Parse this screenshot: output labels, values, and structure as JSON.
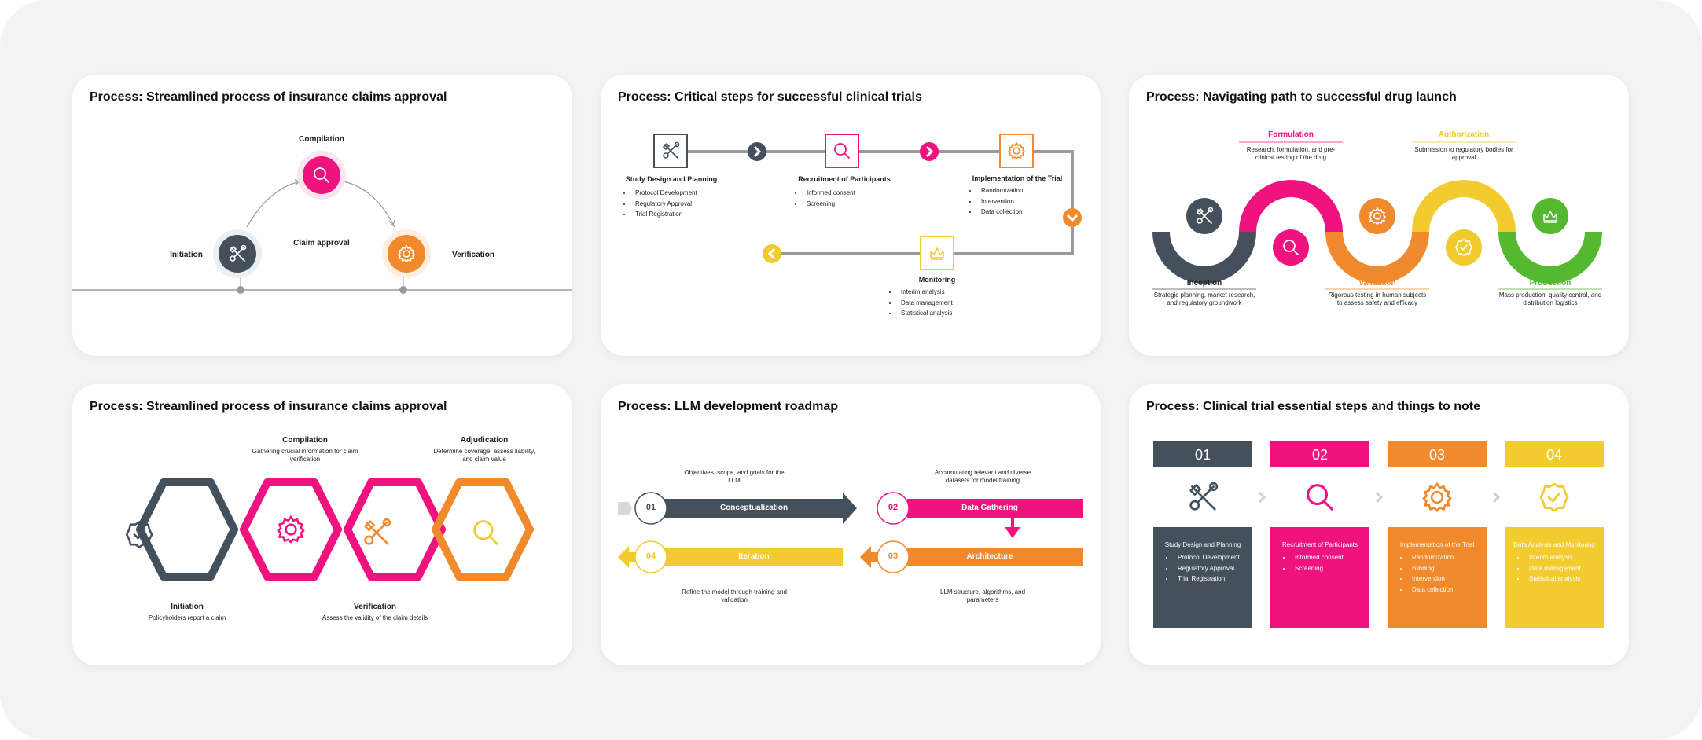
{
  "colors": {
    "pink": "#f0137f",
    "orange": "#f08a2c",
    "slate": "#44505c",
    "yellow": "#f2cc2e",
    "green": "#54b92f"
  },
  "cards": [
    {
      "title": "Process: Streamlined process of insurance claims approval",
      "center_label": "Claim approval",
      "steps": [
        {
          "label": "Initiation",
          "icon": "tools-icon",
          "color": "#44505c"
        },
        {
          "label": "Compilation",
          "icon": "magnifier-icon",
          "color": "#f0137f"
        },
        {
          "label": "Verification",
          "icon": "gear-icon",
          "color": "#f08a2c"
        }
      ]
    },
    {
      "title": "Process: Critical steps for successful clinical trials",
      "steps": [
        {
          "label": "Study Design and Planning",
          "icon": "tools-icon",
          "color": "#44505c",
          "bullets": [
            "Protocol Development",
            "Regulatory Approval",
            "Trial Registration"
          ]
        },
        {
          "label": "Recruitment of Participants",
          "icon": "magnifier-icon",
          "color": "#f0137f",
          "bullets": [
            "Informed consent",
            "Screening"
          ]
        },
        {
          "label": "Implementation of the Trial",
          "icon": "gear-icon",
          "color": "#f08a2c",
          "bullets": [
            "Randomization",
            "Intervention",
            "Data collection"
          ]
        },
        {
          "label": "Monitoring",
          "icon": "crown-icon",
          "color": "#f2cc2e",
          "bullets": [
            "Interim analysis",
            "Data management",
            "Statistical analysis"
          ]
        }
      ]
    },
    {
      "title": "Process: Navigating path to successful drug launch",
      "steps": [
        {
          "label": "Inception",
          "desc": "Strategic planning, market research, and regulatory groundwork",
          "icon": "tools-icon",
          "color": "#44505c"
        },
        {
          "label": "Formulation",
          "desc": "Research, formulation, and pre-clinical testing of the drug",
          "icon": "magnifier-icon",
          "color": "#f0137f"
        },
        {
          "label": "Validation",
          "desc": "Rigorous testing in human subjects to assess safety and efficacy",
          "icon": "gear-icon",
          "color": "#f08a2c"
        },
        {
          "label": "Authorization",
          "desc": "Submission to regulatory bodies for approval",
          "icon": "check-badge-icon",
          "color": "#f2cc2e"
        },
        {
          "label": "Production",
          "desc": "Mass production, quality control, and distribution logistics",
          "icon": "crown-icon",
          "color": "#54b92f"
        }
      ]
    },
    {
      "title": "Process: Streamlined process of insurance claims approval",
      "steps": [
        {
          "label": "Initiation",
          "desc": "Policyholders report a claim",
          "icon": "check-badge-icon",
          "color": "#44505c"
        },
        {
          "label": "Compilation",
          "desc": "Gathering crucial information for claim verification",
          "icon": "gear-icon",
          "color": "#f0137f"
        },
        {
          "label": "Verification",
          "desc": "Assess the validity of the claim details",
          "icon": "tools-icon",
          "color": "#f08a2c"
        },
        {
          "label": "Adjudication",
          "desc": "Determine coverage, assess liability, and claim value",
          "icon": "magnifier-icon",
          "color": "#f08a2c"
        }
      ]
    },
    {
      "title": "Process: LLM development roadmap",
      "steps": [
        {
          "num": "01",
          "label": "Conceptualization",
          "desc": "Objectives, scope, and goals for the LLM",
          "color": "#44505c"
        },
        {
          "num": "02",
          "label": "Data Gathering",
          "desc": "Accumulating relevant and diverse datasets for model training",
          "color": "#f0137f"
        },
        {
          "num": "03",
          "label": "Architecture",
          "desc": "LLM structure, algorithms, and parameters",
          "color": "#f08a2c"
        },
        {
          "num": "04",
          "label": "Iteration",
          "desc": "Refine the model through training and validation",
          "color": "#f2cc2e"
        }
      ]
    },
    {
      "title": "Process: Clinical trial essential steps and things to note",
      "steps": [
        {
          "num": "01",
          "label": "Study Design and Planning",
          "icon": "tools-icon",
          "color": "#44505c",
          "bullets": [
            "Protocol Development",
            "Regulatory Approval",
            "Trial Registration"
          ]
        },
        {
          "num": "02",
          "label": "Recruitment of Participants",
          "icon": "magnifier-icon",
          "color": "#f0137f",
          "bullets": [
            "Informed consent",
            "Screening"
          ]
        },
        {
          "num": "03",
          "label": "Implementation of the Trial",
          "icon": "gear-icon",
          "color": "#f08a2c",
          "bullets": [
            "Randomization",
            "Blinding",
            "Intervention",
            "Data collection"
          ]
        },
        {
          "num": "04",
          "label": "Data Analysis and Monitoring",
          "icon": "check-badge-icon",
          "color": "#f2cc2e",
          "bullets": [
            "Interim analysis",
            "Data management",
            "Statistical analysis"
          ]
        }
      ]
    }
  ]
}
